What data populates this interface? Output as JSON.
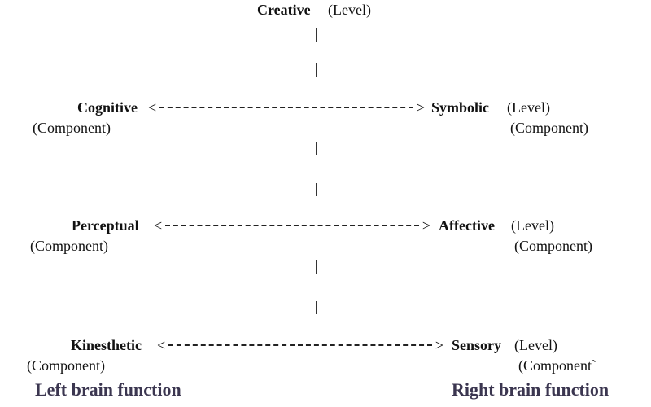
{
  "top": {
    "name": "Creative",
    "tag": "(Level)"
  },
  "rows": [
    {
      "left": "Cognitive",
      "right": "Symbolic",
      "right_tag": "(Level)",
      "left_sub": "(Component)",
      "right_sub": "(Component)"
    },
    {
      "left": "Perceptual",
      "right": "Affective",
      "right_tag": "(Level)",
      "left_sub": "(Component)",
      "right_sub": "(Component)"
    },
    {
      "left": "Kinesthetic",
      "right": "Sensory",
      "right_tag": "(Level)",
      "left_sub": "(Component)",
      "right_sub": "(Component`"
    }
  ],
  "arrow": {
    "left_head": "<",
    "right_head": ">"
  },
  "vertical_mark": "|",
  "footer": {
    "left": "Left brain function",
    "right": "Right brain function"
  }
}
